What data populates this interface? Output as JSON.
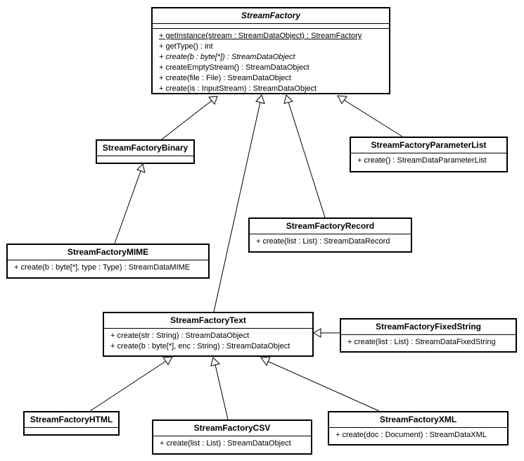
{
  "classes": {
    "stream_factory": {
      "name": "StreamFactory",
      "operations": [
        "+ getInstance(stream : StreamDataObject) : StreamFactory",
        "+ getType() : int",
        "+ create(b : byte[*]) : StreamDataObject",
        "+ createEmptyStream() : StreamDataObject",
        "+ create(file : File) : StreamDataObject",
        "+ create(is : InputStream) : StreamDataObject"
      ]
    },
    "binary": {
      "name": "StreamFactoryBinary"
    },
    "parameter_list": {
      "name": "StreamFactoryParameterList",
      "operations": [
        "+ create() : StreamDataParameterList"
      ]
    },
    "record": {
      "name": "StreamFactoryRecord",
      "operations": [
        "+ create(list : List) : StreamDataRecord"
      ]
    },
    "mime": {
      "name": "StreamFactoryMIME",
      "operations": [
        "+ create(b : byte[*], type : Type) : StreamDataMIME"
      ]
    },
    "text": {
      "name": "StreamFactoryText",
      "operations": [
        "+ create(str : String) : StreamDataObject",
        "+ create(b : byte[*], enc : String) : StreamDataObject"
      ]
    },
    "fixed_string": {
      "name": "StreamFactoryFixedString",
      "operations": [
        "+ create(list : List) : StreamDataFixedString"
      ]
    },
    "html": {
      "name": "StreamFactoryHTML"
    },
    "csv": {
      "name": "StreamFactoryCSV",
      "operations": [
        "+ create(list : List) : StreamDataObject"
      ]
    },
    "xml": {
      "name": "StreamFactoryXML",
      "operations": [
        "+ create(doc : Document) : StreamDataXML"
      ]
    }
  },
  "relations": [
    {
      "type": "generalization",
      "from": "binary",
      "to": "stream_factory"
    },
    {
      "type": "generalization",
      "from": "text",
      "to": "stream_factory"
    },
    {
      "type": "generalization",
      "from": "record",
      "to": "stream_factory"
    },
    {
      "type": "generalization",
      "from": "parameter_list",
      "to": "stream_factory"
    },
    {
      "type": "generalization",
      "from": "mime",
      "to": "binary"
    },
    {
      "type": "generalization",
      "from": "fixed_string",
      "to": "text"
    },
    {
      "type": "generalization",
      "from": "html",
      "to": "text"
    },
    {
      "type": "generalization",
      "from": "csv",
      "to": "text"
    },
    {
      "type": "generalization",
      "from": "xml",
      "to": "text"
    }
  ]
}
